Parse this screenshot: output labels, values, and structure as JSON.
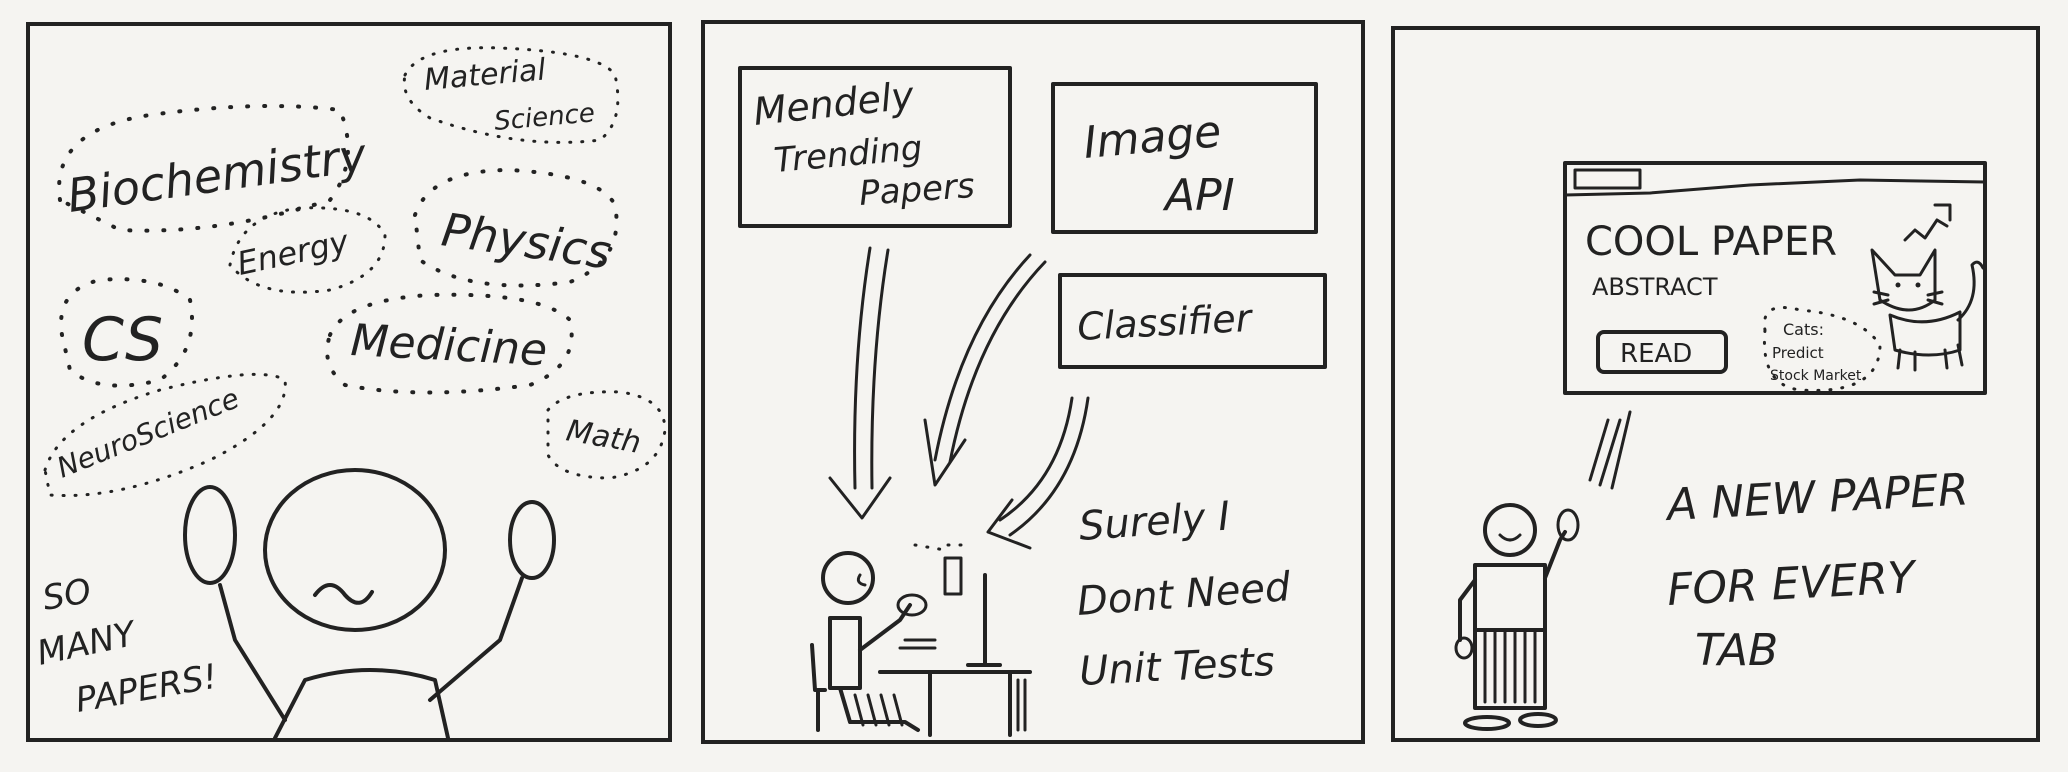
{
  "panel1": {
    "fields": {
      "biochemistry": "Biochemistry",
      "material_science_1": "Material",
      "material_science_2": "Science",
      "energy": "Energy",
      "physics": "Physics",
      "cs": "CS",
      "medicine": "Medicine",
      "neuroscience": "NeuroScience",
      "math": "Math"
    },
    "exclaim_1": "SO",
    "exclaim_2": "MANY",
    "exclaim_3": "PAPERS!"
  },
  "panel2": {
    "box_mendeley_1": "Mendely",
    "box_mendeley_2": "Trending",
    "box_mendeley_3": "Papers",
    "box_image_1": "Image",
    "box_image_2": "API",
    "box_classifier": "Classifier",
    "caption_1": "Surely I",
    "caption_2": "Dont Need",
    "caption_3": "Unit Tests"
  },
  "panel3": {
    "card_title": "COOL PAPER",
    "card_subtitle": "ABSTRACT",
    "card_button": "READ",
    "card_note_1": "Cats:",
    "card_note_2": "Predict",
    "card_note_3": "Stock Market",
    "caption_1": "A  NEW  PAPER",
    "caption_2": "FOR   EVERY",
    "caption_3": "TAB"
  }
}
